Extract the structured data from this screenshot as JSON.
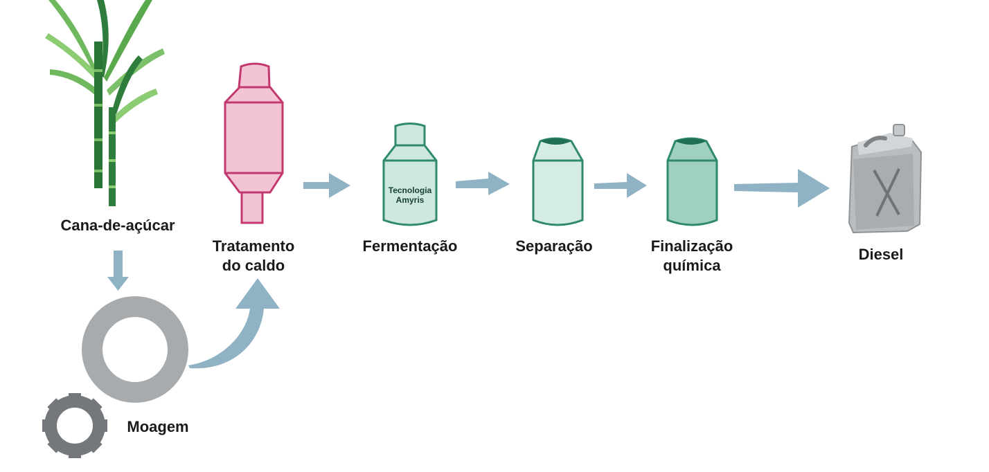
{
  "steps": [
    {
      "id": "cana",
      "label": "Cana-de-açúcar"
    },
    {
      "id": "moagem",
      "label": "Moagem"
    },
    {
      "id": "tratamento",
      "label_lines": [
        "Tratamento",
        "do caldo"
      ]
    },
    {
      "id": "fermentacao",
      "label": "Fermentação",
      "tank_text_lines": [
        "Tecnologia",
        "Amyris"
      ]
    },
    {
      "id": "separacao",
      "label": "Separação"
    },
    {
      "id": "finalizacao",
      "label_lines": [
        "Finalização",
        "química"
      ]
    },
    {
      "id": "diesel",
      "label": "Diesel"
    }
  ],
  "colors": {
    "arrow": "#8fb3c4",
    "plant_dark": "#2f7d3c",
    "plant_light": "#7cc06a",
    "pink_fill": "#f2c4d4",
    "pink_stroke": "#c2386f",
    "green_fill": "#cfe8df",
    "green_stroke": "#2e8a6a",
    "gear_large": "#a7abae",
    "gear_small": "#74787c",
    "canister": "#b9bdc0"
  }
}
